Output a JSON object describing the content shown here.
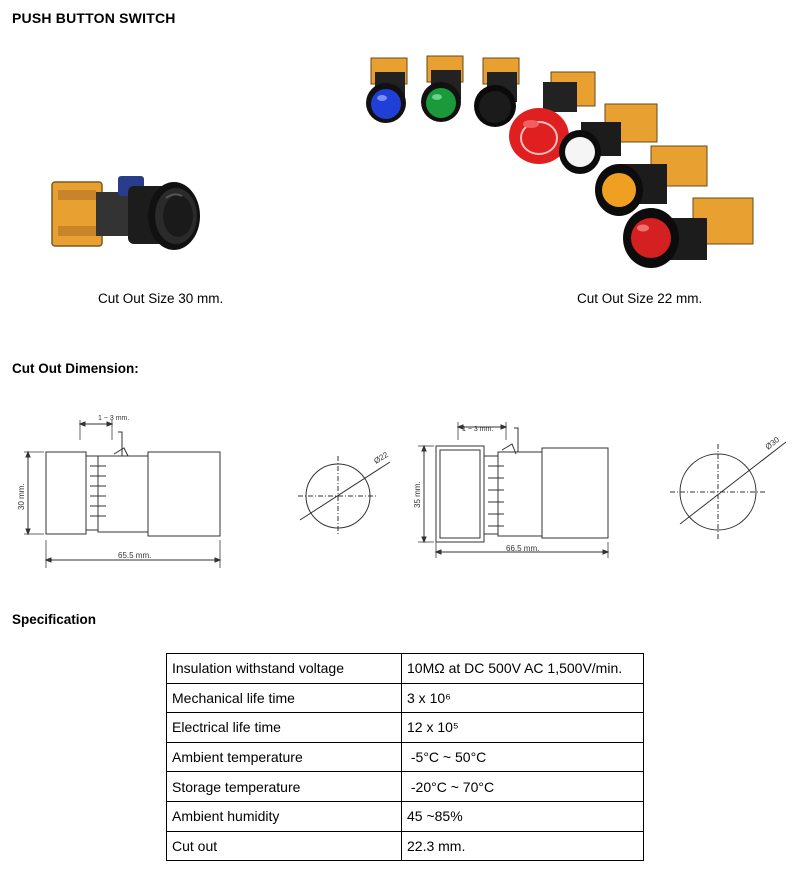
{
  "page": {
    "title": "PUSH BUTTON SWITCH"
  },
  "photos": {
    "left_caption": "Cut Out Size 30 mm.",
    "right_caption": "Cut Out Size 22 mm.",
    "button_colors": [
      "#1f3fd6",
      "#1a9a3a",
      "#111111",
      "#e02020",
      "#f5f5f5",
      "#f0a020",
      "#d42020"
    ],
    "button_housing_color": "#111111",
    "contact_block_color": "#e8a030"
  },
  "dimension": {
    "heading": "Cut Out Dimension:",
    "drawing_30": {
      "gap_label": "1 ~ 3 mm.",
      "height_label": "30 mm.",
      "length_label": "65.5 mm.",
      "hole_label": "Ø30"
    },
    "drawing_22": {
      "gap_label": "1 ~ 3 mm.",
      "height_label": "35 mm.",
      "length_label": "66.5 mm.",
      "hole_label": "Ø22"
    }
  },
  "specification": {
    "heading": "Specification",
    "rows": [
      {
        "label": "Insulation withstand voltage",
        "value": "10MΩ at DC 500V AC 1,500V/min."
      },
      {
        "label": "Mechanical life time",
        "value": "3 x 10⁶"
      },
      {
        "label": "Electrical life time",
        "value": "12 x 10⁵"
      },
      {
        "label": "Ambient temperature",
        "value": " -5°C ~ 50°C"
      },
      {
        "label": "Storage temperature",
        "value": " -20°C ~ 70°C"
      },
      {
        "label": "Ambient humidity",
        "value": "45 ~85%"
      },
      {
        "label": "Cut out",
        "value": "22.3 mm."
      }
    ]
  }
}
